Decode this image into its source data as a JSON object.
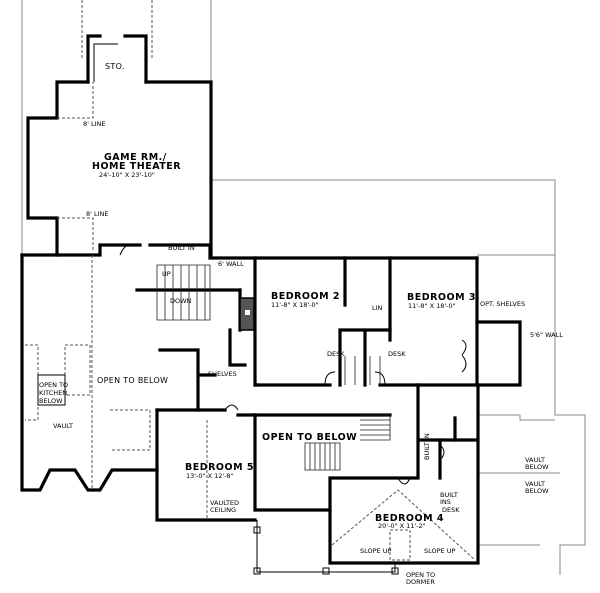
{
  "rooms": {
    "storage": "STO.",
    "game_room_line1": "GAME RM./",
    "game_room_line2": "HOME THEATER",
    "game_room_dim": "24'-10\" X 23'-10\"",
    "bedroom2": "BEDROOM 2",
    "bedroom2_dim": "11'-8\" X 18'-0\"",
    "bedroom3": "BEDROOM 3",
    "bedroom3_dim": "11'-8\" X 18'-0\"",
    "bedroom4": "BEDROOM 4",
    "bedroom4_dim": "20'-0\" X 11'-2\"",
    "bedroom5": "BEDROOM 5",
    "bedroom5_dim": "13'-0\" X 12'-8\"",
    "open_below_left": "OPEN TO BELOW",
    "open_below_center": "OPEN TO BELOW"
  },
  "notes": {
    "line_top": "8' LINE",
    "line_bottom": "8' LINE",
    "built_in_top": "BUILT IN",
    "wall_6": "6' WALL",
    "up": "UP",
    "down": "DOWN",
    "shelves": "SHELVES",
    "lin": "LIN",
    "desk_left": "DESK",
    "desk_right": "DESK",
    "opt_shelves": "OPT. SHELVES",
    "wall_5_6": "5'6\" WALL",
    "open_kitchen_1": "OPEN TO",
    "open_kitchen_2": "KITCHEN",
    "open_kitchen_3": "BELOW",
    "vault_left": "VAULT",
    "vaulted_1": "VAULTED",
    "vaulted_2": "CEILING",
    "built_in_side": "BUILT IN",
    "built_ins_1": "BUILT",
    "built_ins_2": "INS",
    "built_ins_3": "DESK",
    "vault_below_1a": "VAULT",
    "vault_below_1b": "BELOW",
    "vault_below_2a": "VAULT",
    "vault_below_2b": "BELOW",
    "slope_up_left": "SLOPE UP",
    "slope_up_right": "SLOPE UP",
    "dormer_1": "OPEN TO",
    "dormer_2": "DORMER"
  }
}
